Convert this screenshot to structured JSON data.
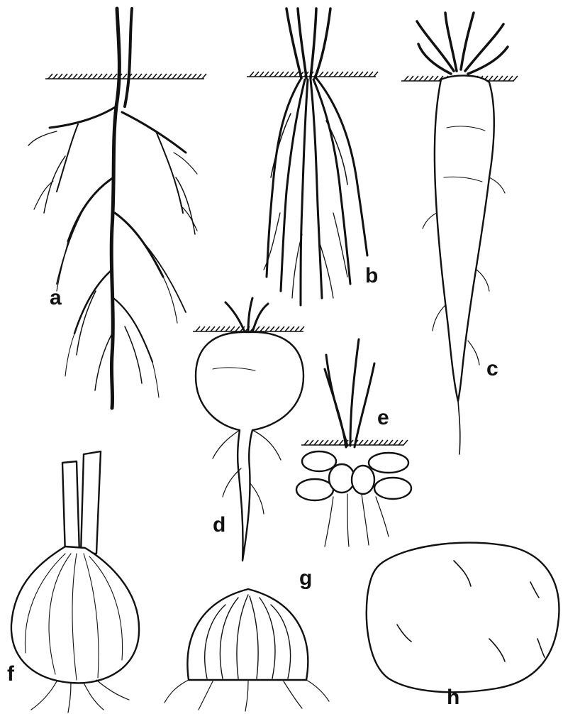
{
  "figure": {
    "labels": {
      "a": "a",
      "b": "b",
      "c": "c",
      "d": "d",
      "e": "e",
      "f": "f",
      "g": "g",
      "h": "h"
    }
  },
  "colors": {
    "ink": "#111111",
    "paper": "#ffffff",
    "stipple": "#222222"
  }
}
